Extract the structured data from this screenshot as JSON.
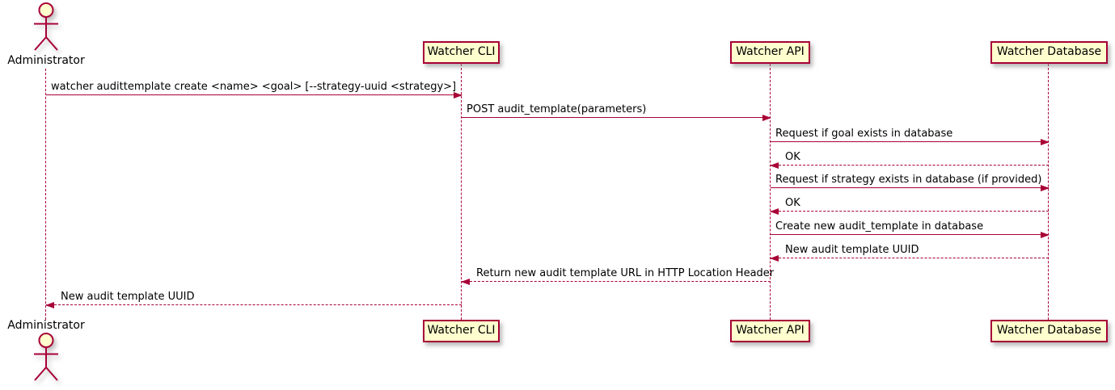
{
  "diagram_type": "uml-sequence-diagram",
  "actors": {
    "administrator": {
      "label": "Administrator"
    }
  },
  "participants": [
    {
      "label": "Watcher CLI"
    },
    {
      "label": "Watcher API"
    },
    {
      "label": "Watcher Database"
    }
  ],
  "messages": [
    {
      "from": "Administrator",
      "to": "Watcher CLI",
      "style": "solid",
      "label": "watcher audittemplate create <name> <goal> [--strategy-uuid <strategy>]"
    },
    {
      "from": "Watcher CLI",
      "to": "Watcher API",
      "style": "solid",
      "label": "POST audit_template(parameters)"
    },
    {
      "from": "Watcher API",
      "to": "Watcher Database",
      "style": "solid",
      "label": "Request if goal exists in database"
    },
    {
      "from": "Watcher Database",
      "to": "Watcher API",
      "style": "dashed",
      "label": "OK"
    },
    {
      "from": "Watcher API",
      "to": "Watcher Database",
      "style": "solid",
      "label": "Request if strategy exists in database (if provided)"
    },
    {
      "from": "Watcher Database",
      "to": "Watcher API",
      "style": "dashed",
      "label": "OK"
    },
    {
      "from": "Watcher API",
      "to": "Watcher Database",
      "style": "solid",
      "label": "Create new audit_template in database"
    },
    {
      "from": "Watcher Database",
      "to": "Watcher API",
      "style": "dashed",
      "label": "New audit template UUID"
    },
    {
      "from": "Watcher API",
      "to": "Watcher CLI",
      "style": "dashed",
      "label": "Return new audit template URL in HTTP Location Header"
    },
    {
      "from": "Watcher CLI",
      "to": "Administrator",
      "style": "dashed",
      "label": "New audit template UUID"
    }
  ],
  "colors": {
    "border": "#A80036",
    "fill": "#FEFECE",
    "text": "#000000",
    "background": "#FFFFFF"
  }
}
